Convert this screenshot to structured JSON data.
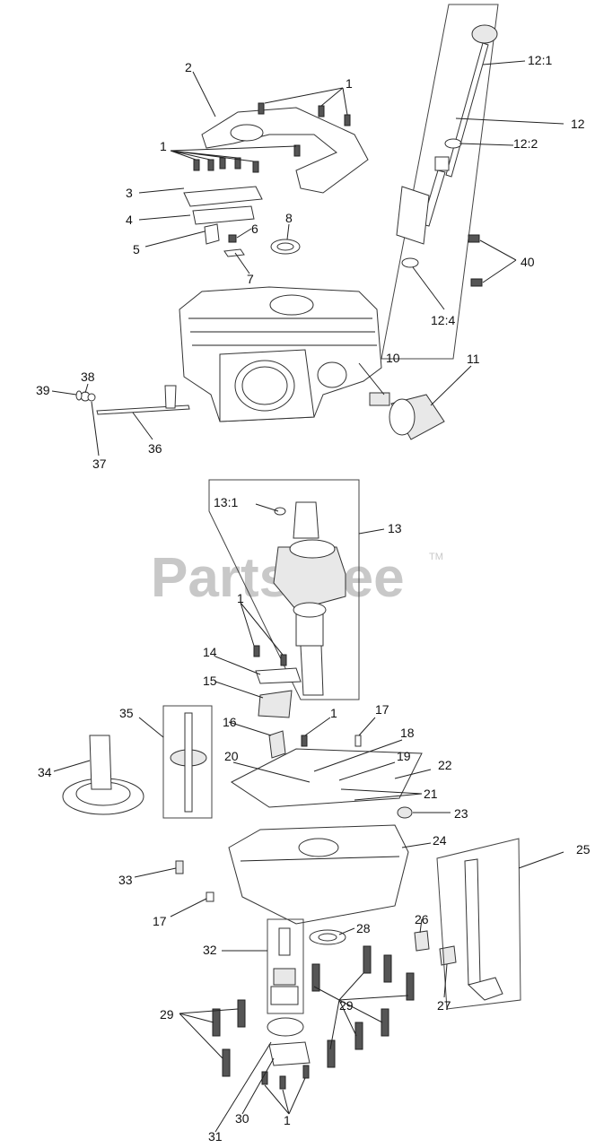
{
  "watermark": {
    "text": "PartsTree",
    "tm": "TM"
  },
  "callouts": {
    "c1a": "1",
    "c1b": "1",
    "c1c": "1",
    "c1d": "1",
    "c1e": "1",
    "c2": "2",
    "c3": "3",
    "c4": "4",
    "c5": "5",
    "c6": "6",
    "c7": "7",
    "c8": "8",
    "c10": "10",
    "c11": "11",
    "c12": "12",
    "c12_1": "12:1",
    "c12_2": "12:2",
    "c12_4": "12:4",
    "c13": "13",
    "c13_1": "13:1",
    "c14": "14",
    "c15": "15",
    "c16": "16",
    "c17a": "17",
    "c17b": "17",
    "c18": "18",
    "c19": "19",
    "c20": "20",
    "c21": "21",
    "c22": "22",
    "c23": "23",
    "c24": "24",
    "c25": "25",
    "c26": "26",
    "c27": "27",
    "c28": "28",
    "c29a": "29",
    "c29b": "29",
    "c30": "30",
    "c31": "31",
    "c32": "32",
    "c33": "33",
    "c34": "34",
    "c35": "35",
    "c36": "36",
    "c37": "37",
    "c38": "38",
    "c39": "39",
    "c40": "40"
  }
}
